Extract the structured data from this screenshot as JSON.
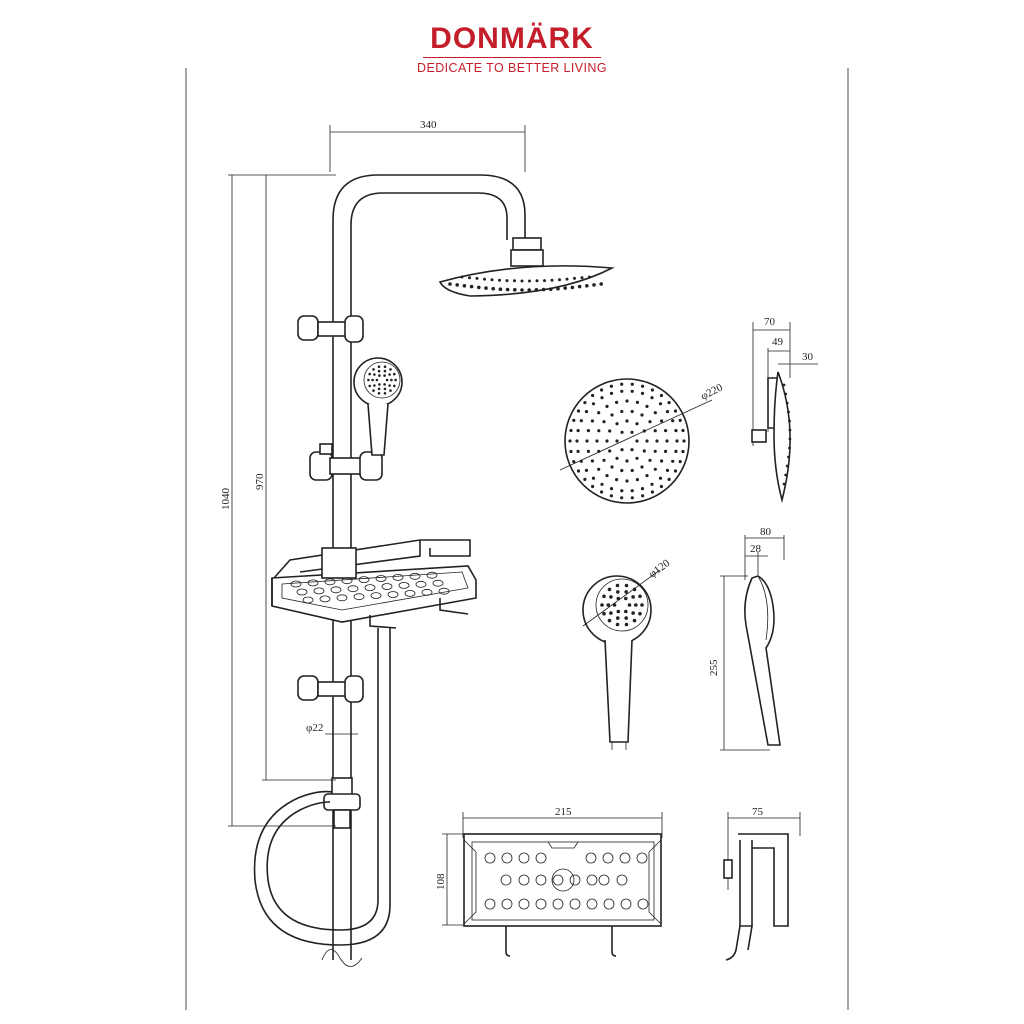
{
  "brand": {
    "name": "DONMÄRK",
    "tagline": "DEDICATE TO BETTER LIVING",
    "color": "#c41e2a"
  },
  "dimensions": {
    "arm_width": "340",
    "total_height": "1040",
    "slide_bar_height": "970",
    "pipe_diameter": "φ22",
    "head_diameter": "φ220",
    "head_depth_total": "70",
    "head_depth_mid": "49",
    "head_thickness": "30",
    "hand_diameter": "φ120",
    "hand_depth": "80",
    "hand_face": "28",
    "hand_length": "255",
    "shelf_width": "215",
    "shelf_depth": "108",
    "shelf_side_depth": "75"
  }
}
